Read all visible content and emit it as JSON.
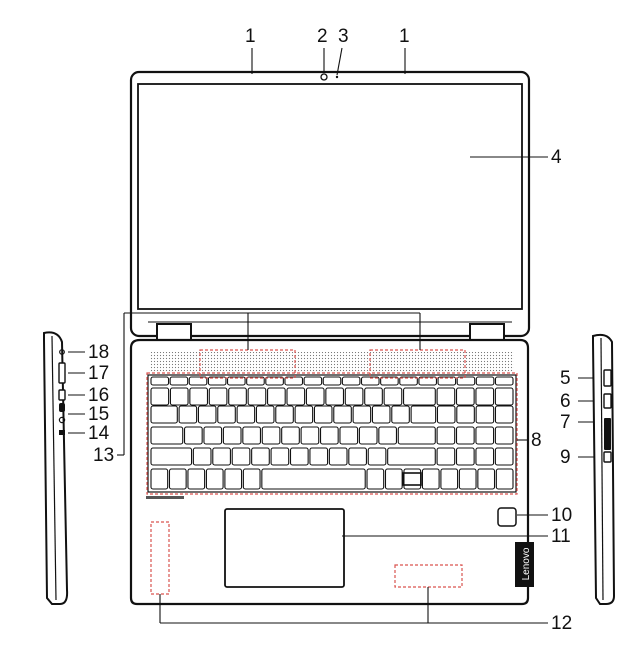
{
  "callouts": {
    "c1a": "1",
    "c2": "2",
    "c3": "3",
    "c1b": "1",
    "c4": "4",
    "c5": "5",
    "c6": "6",
    "c7": "7",
    "c8": "8",
    "c9": "9",
    "c10": "10",
    "c11": "11",
    "c12": "12",
    "c13": "13",
    "c14": "14",
    "c15": "15",
    "c16": "16",
    "c17": "17",
    "c18": "18"
  },
  "brand": {
    "logo": "Lenovo"
  },
  "colors": {
    "outline": "#111111",
    "callout_box": "#d9534f"
  }
}
